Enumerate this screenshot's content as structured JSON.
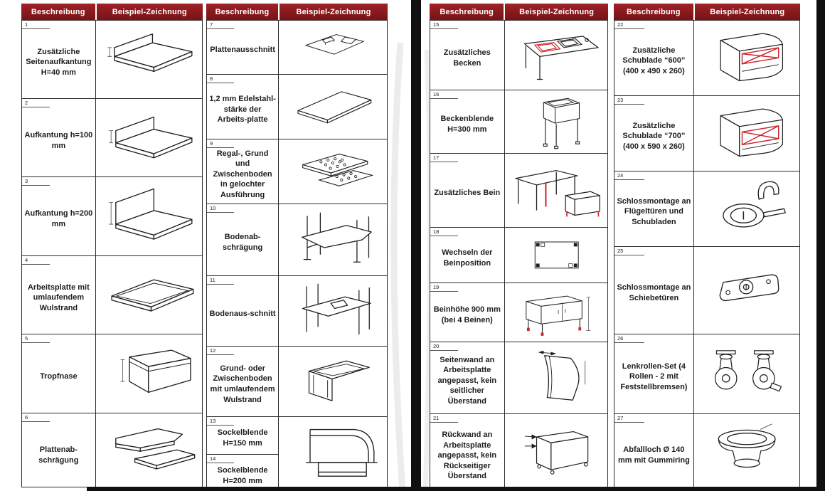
{
  "columns": {
    "beschreibung": "Beschreibung",
    "beispiel": "Beispiel-Zeichnung"
  },
  "colors": {
    "header_bg_top": "#a02227",
    "header_bg_bottom": "#771316",
    "header_text": "#ffffff",
    "accent_red": "#c9252c",
    "line": "#2b2b2b",
    "page_edge": "#101010"
  },
  "tables": [
    {
      "name": "options-table-1",
      "rows": [
        {
          "num": "1",
          "text": "Zusätzliche Seitenaufkantung H=40 mm",
          "drawing": "side-upstand-icon"
        },
        {
          "num": "2",
          "text": "Aufkantung h=100 mm",
          "drawing": "upstand-100-icon"
        },
        {
          "num": "3",
          "text": "Aufkantung h=200 mm",
          "drawing": "upstand-200-icon"
        },
        {
          "num": "4",
          "text": "Arbeitsplatte mit umlaufendem Wulstrand",
          "drawing": "bead-worktop-icon"
        },
        {
          "num": "5",
          "text": "Tropfnase",
          "drawing": "drip-edge-icon"
        },
        {
          "num": "6",
          "text": "Plattenab-schrägung",
          "drawing": "plate-bevel-icon"
        }
      ]
    },
    {
      "name": "options-table-2",
      "rows": [
        {
          "num": "7",
          "text": "Plattenausschnitt",
          "drawing": "plate-cutout-icon"
        },
        {
          "num": "8",
          "text": "1,2 mm Edelstahl-stärke der Arbeits-platte",
          "drawing": "steel-plate-icon"
        },
        {
          "num": "9",
          "text": "Regal-, Grund und Zwischenboden in gelochter Ausführung",
          "drawing": "perforated-shelf-icon"
        },
        {
          "num": "10",
          "text": "Bodenab-schrägung",
          "drawing": "shelf-bevel-icon"
        },
        {
          "num": "11",
          "text": "Bodenaus-schnitt",
          "drawing": "shelf-cutout-icon"
        },
        {
          "num": "12",
          "text": "Grund- oder Zwischenboden mit umlaufendem Wulstrand",
          "drawing": "bead-shelf-icon"
        },
        {
          "group": [
            {
              "num": "13",
              "text": "Sockelblende H=150 mm"
            },
            {
              "num": "14",
              "text": "Sockelblende H=200 mm"
            }
          ],
          "drawing": "plinth-icon"
        }
      ]
    },
    {
      "name": "options-table-3",
      "rows": [
        {
          "num": "15",
          "text": "Zusätzliches Becken",
          "drawing": "extra-sink-icon"
        },
        {
          "num": "16",
          "text": "Beckenblende H=300 mm",
          "drawing": "sink-panel-icon"
        },
        {
          "num": "17",
          "text": "Zusätzliches Bein",
          "drawing": "extra-leg-icon"
        },
        {
          "num": "18",
          "text": "Wechseln der Beinposition",
          "drawing": "leg-position-icon"
        },
        {
          "num": "19",
          "text": "Beinhöhe 900 mm (bei 4 Beinen)",
          "drawing": "leg-height-icon"
        },
        {
          "num": "20",
          "text": "Seitenwand an Arbeitsplatte angepasst, kein seitlicher Überstand",
          "drawing": "side-wall-icon"
        },
        {
          "num": "21",
          "text": "Rückwand an Arbeitsplatte angepasst, kein Rückseitiger Überstand",
          "drawing": "back-wall-icon"
        }
      ]
    },
    {
      "name": "options-table-4",
      "rows": [
        {
          "num": "22",
          "text": "Zusätzliche Schublade “600” (400 x 490 x 260)",
          "drawing": "drawer-600-icon"
        },
        {
          "num": "23",
          "text": "Zusätzliche Schublade “700” (400 x 590 x 260)",
          "drawing": "drawer-700-icon"
        },
        {
          "num": "24",
          "text": "Schlossmontage an Flügeltüren und Schubladen",
          "drawing": "lock-hinged-icon"
        },
        {
          "num": "25",
          "text": "Schlossmontage an Schiebetüren",
          "drawing": "lock-sliding-icon"
        },
        {
          "num": "26",
          "text": "Lenkrollen-Set (4 Rollen - 2 mit Feststellbremsen)",
          "drawing": "casters-icon"
        },
        {
          "num": "27",
          "text": "Abfallloch Ø 140 mm mit Gummiring",
          "drawing": "waste-hole-icon"
        }
      ]
    }
  ]
}
